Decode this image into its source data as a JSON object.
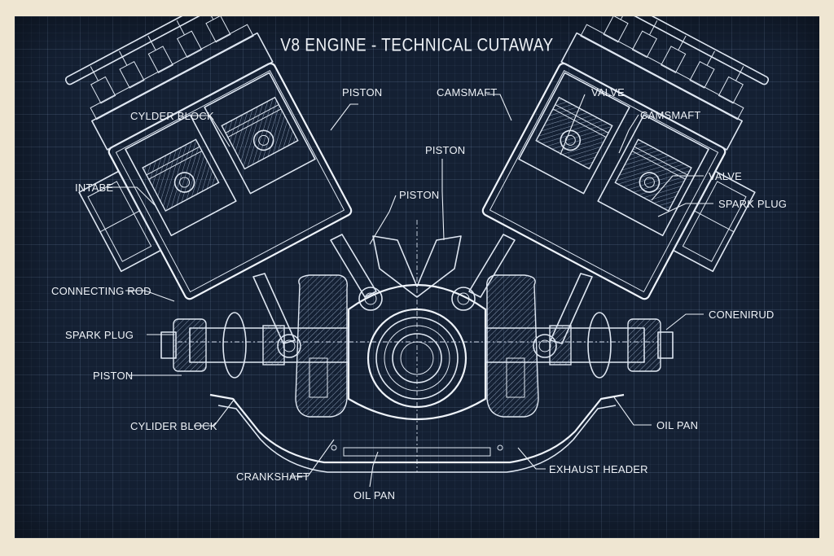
{
  "title": "V8 ENGINE - TECHNICAL CUTAWAY",
  "labels": {
    "left": [
      "CYLDER BLOCK",
      "INTABE",
      "CONNECTING ROD",
      "SPARK PLUG",
      "PISTON",
      "CYLIDER BLOCK",
      "CRANKSHAFT"
    ],
    "top": [
      "PISTON",
      "CAMSMAFT",
      "VALVE",
      "PISTON",
      "PISTON"
    ],
    "right": [
      "CAMSMAFT",
      "VALVE",
      "SPARK PLUG",
      "CONENIRUD",
      "OIL PAN",
      "EXHAUST HEADER"
    ],
    "bottom": [
      "OIL PAN"
    ]
  },
  "colors": {
    "paper": "#efe6d2",
    "blueprint": "#142033",
    "ink": "#e8eef6"
  }
}
